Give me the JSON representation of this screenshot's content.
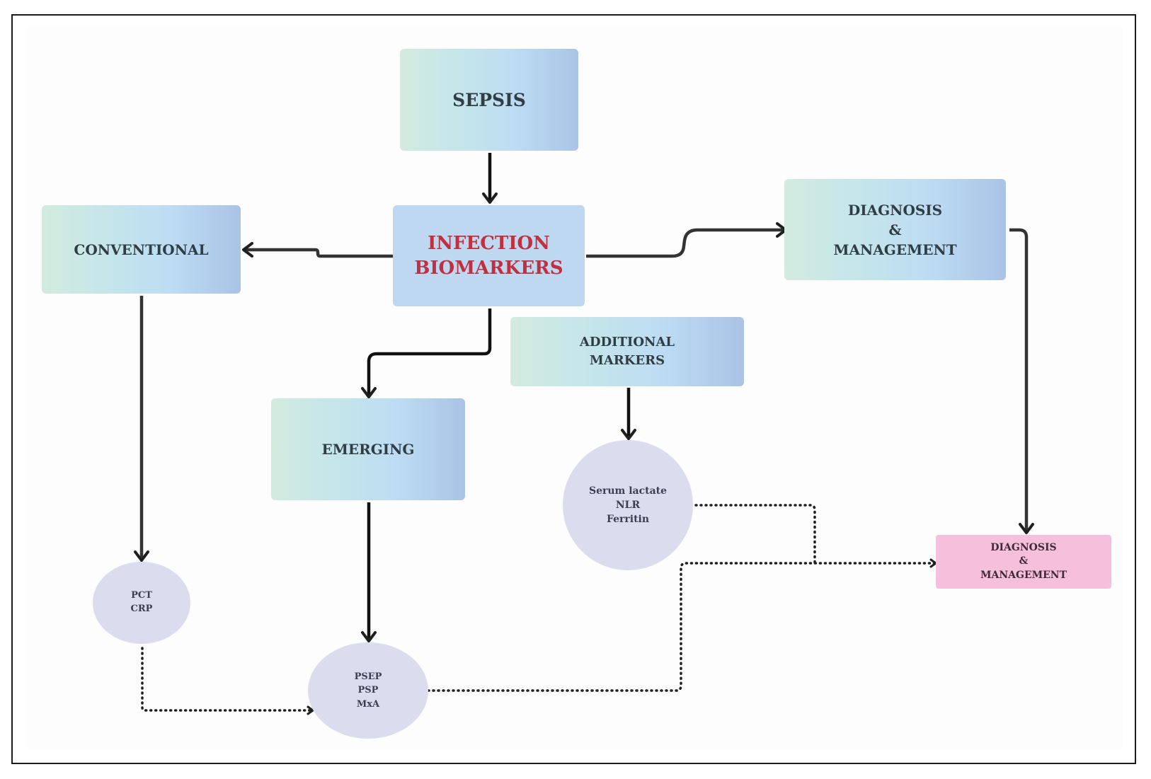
{
  "diagram": {
    "title": "Sepsis infection biomarkers flowchart",
    "colors": {
      "main_text": "#c0303e",
      "box_text": "#2f3d45",
      "arrow": "#2a2a2a",
      "circle_fill": "#dcdcef",
      "pink_fill": "#f6bfdb"
    },
    "nodes": {
      "sepsis": "SEPSIS",
      "infection_biomarkers": "INFECTION\nBIOMARKERS",
      "conventional": "CONVENTIONAL",
      "diagnosis_top": "DIAGNOSIS\n&\nMANAGEMENT",
      "additional_markers": "ADDITIONAL\nMARKERS",
      "emerging": "EMERGING",
      "additional_list": "Serum lactate\nNLR\nFerritin",
      "conventional_list": "PCT\nCRP",
      "emerging_list": "PSEP\nPSP\nMxA",
      "diagnosis_final": "DIAGNOSIS\n&\nMANAGEMENT"
    },
    "edges": [
      {
        "from": "sepsis",
        "to": "infection_biomarkers",
        "style": "solid"
      },
      {
        "from": "infection_biomarkers",
        "to": "conventional",
        "style": "solid"
      },
      {
        "from": "infection_biomarkers",
        "to": "diagnosis_top",
        "style": "solid"
      },
      {
        "from": "infection_biomarkers",
        "to": "emerging",
        "style": "solid"
      },
      {
        "from": "additional_markers",
        "to": "additional_list",
        "style": "solid"
      },
      {
        "from": "conventional",
        "to": "conventional_list",
        "style": "solid"
      },
      {
        "from": "emerging",
        "to": "emerging_list",
        "style": "solid"
      },
      {
        "from": "diagnosis_top",
        "to": "diagnosis_final",
        "style": "solid"
      },
      {
        "from": "conventional_list",
        "to": "emerging_list",
        "style": "dotted"
      },
      {
        "from": "emerging_list",
        "to": "diagnosis_final",
        "style": "dotted"
      },
      {
        "from": "additional_list",
        "to": "diagnosis_final",
        "style": "dotted"
      }
    ]
  }
}
